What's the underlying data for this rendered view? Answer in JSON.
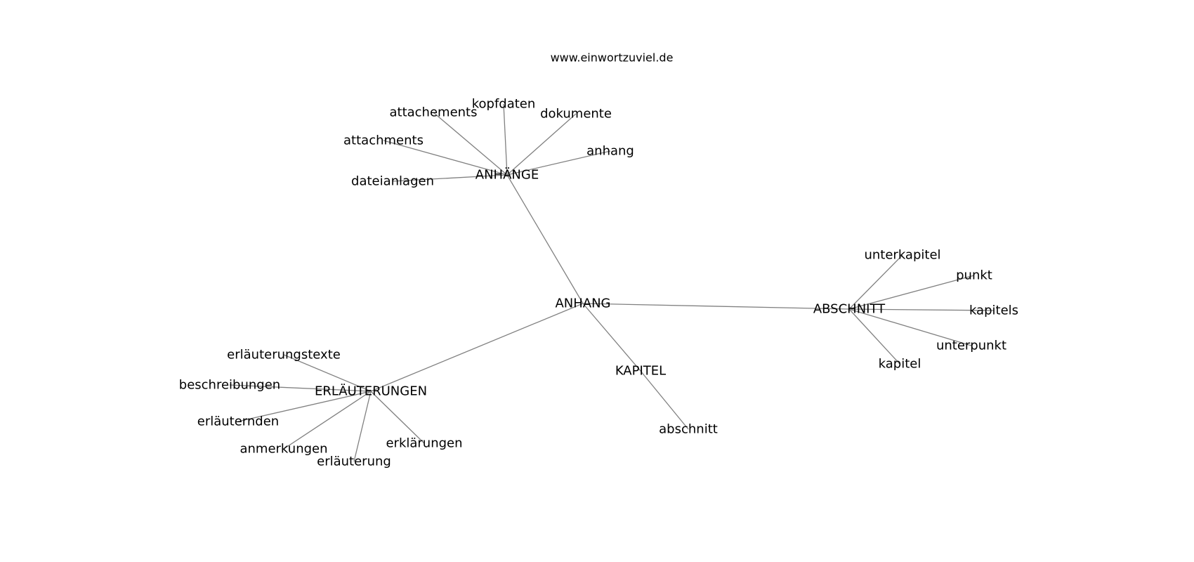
{
  "source": "www.einwortzuviel.de",
  "graph": {
    "nodes": [
      {
        "id": "ANHANG",
        "label": "ANHANG"
      },
      {
        "id": "ANHÄNGE",
        "label": "ANHÄNGE"
      },
      {
        "id": "ABSCHNITT",
        "label": "ABSCHNITT"
      },
      {
        "id": "ERLÄUTERUNGEN",
        "label": "ERLÄUTERUNGEN"
      },
      {
        "id": "KAPITEL",
        "label": "KAPITEL"
      },
      {
        "id": "attachements",
        "label": "attachements"
      },
      {
        "id": "kopfdaten",
        "label": "kopfdaten"
      },
      {
        "id": "dokumente",
        "label": "dokumente"
      },
      {
        "id": "attachments",
        "label": "attachments"
      },
      {
        "id": "anhang",
        "label": "anhang"
      },
      {
        "id": "dateianlagen",
        "label": "dateianlagen"
      },
      {
        "id": "unterkapitel",
        "label": "unterkapitel"
      },
      {
        "id": "punkt",
        "label": "punkt"
      },
      {
        "id": "kapitels",
        "label": "kapitels"
      },
      {
        "id": "unterpunkt",
        "label": "unterpunkt"
      },
      {
        "id": "kapitel",
        "label": "kapitel"
      },
      {
        "id": "erläuterungstexte",
        "label": "erläuterungstexte"
      },
      {
        "id": "beschreibungen",
        "label": "beschreibungen"
      },
      {
        "id": "erläuternden",
        "label": "erläuternden"
      },
      {
        "id": "anmerkungen",
        "label": "anmerkungen"
      },
      {
        "id": "erläuterung",
        "label": "erläuterung"
      },
      {
        "id": "erklärungen",
        "label": "erklärungen"
      },
      {
        "id": "abschnitt",
        "label": "abschnitt"
      }
    ],
    "edges": [
      [
        "ANHANG",
        "ANHÄNGE"
      ],
      [
        "ANHANG",
        "ABSCHNITT"
      ],
      [
        "ANHANG",
        "ERLÄUTERUNGEN"
      ],
      [
        "ANHANG",
        "KAPITEL"
      ],
      [
        "ANHÄNGE",
        "attachements"
      ],
      [
        "ANHÄNGE",
        "kopfdaten"
      ],
      [
        "ANHÄNGE",
        "dokumente"
      ],
      [
        "ANHÄNGE",
        "attachments"
      ],
      [
        "ANHÄNGE",
        "anhang"
      ],
      [
        "ANHÄNGE",
        "dateianlagen"
      ],
      [
        "ABSCHNITT",
        "unterkapitel"
      ],
      [
        "ABSCHNITT",
        "punkt"
      ],
      [
        "ABSCHNITT",
        "kapitels"
      ],
      [
        "ABSCHNITT",
        "unterpunkt"
      ],
      [
        "ABSCHNITT",
        "kapitel"
      ],
      [
        "ERLÄUTERUNGEN",
        "erläuterungstexte"
      ],
      [
        "ERLÄUTERUNGEN",
        "beschreibungen"
      ],
      [
        "ERLÄUTERUNGEN",
        "erläuternden"
      ],
      [
        "ERLÄUTERUNGEN",
        "anmerkungen"
      ],
      [
        "ERLÄUTERUNGEN",
        "erläuterung"
      ],
      [
        "ERLÄUTERUNGEN",
        "erklärungen"
      ],
      [
        "KAPITEL",
        "abschnitt"
      ]
    ]
  }
}
